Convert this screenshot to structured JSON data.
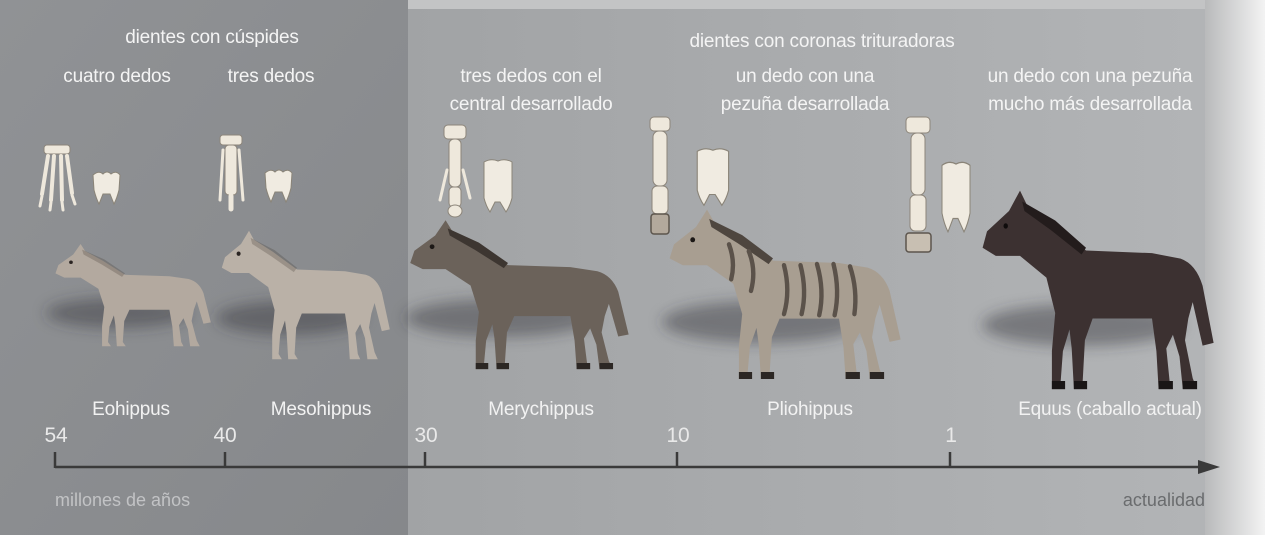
{
  "header_groups": {
    "cuspid_teeth": "dientes con cúspides",
    "grinding_teeth": "dientes con coronas trituradoras"
  },
  "stages": [
    {
      "name": "Eohippus",
      "feature": [
        "cuatro dedos"
      ],
      "time": "54",
      "color": "#b3a99f"
    },
    {
      "name": "Mesohippus",
      "feature": [
        "tres dedos"
      ],
      "time": "40",
      "color": "#bab1a7"
    },
    {
      "name": "Merychippus",
      "feature": [
        "tres dedos con el",
        "central desarrollado"
      ],
      "time": "30",
      "color": "#6b625a"
    },
    {
      "name": "Pliohippus",
      "feature": [
        "un dedo con una",
        "pezuña desarrollada"
      ],
      "time": "10",
      "color": "#a89e91"
    },
    {
      "name": "Equus (caballo actual)",
      "feature": [
        "un dedo con una pezuña",
        "mucho más desarrollada"
      ],
      "time": "1",
      "color": "#3c3131"
    }
  ],
  "timeline": {
    "unit_label": "millones de años",
    "end_label": "actualidad"
  },
  "colors": {
    "left_panel": "#8b8d90",
    "right_panel": "#a8aaac",
    "stripes": "#5b524a",
    "timeline": "#3a3a3a"
  }
}
